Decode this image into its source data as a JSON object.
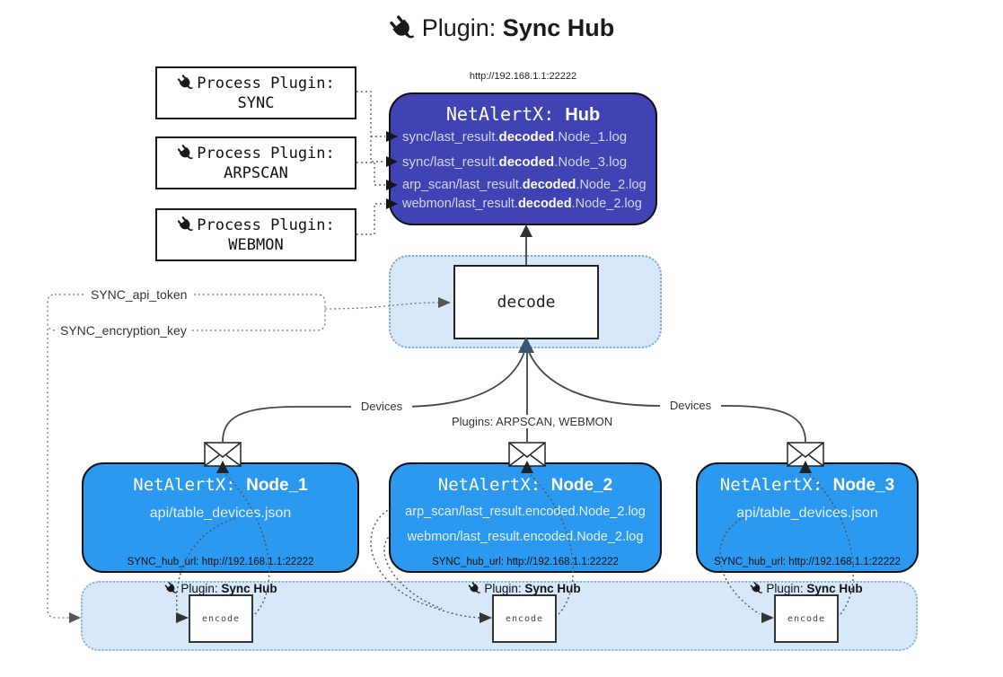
{
  "title": {
    "prefix": "Plugin: ",
    "bold": "Sync Hub"
  },
  "process_plugins": [
    {
      "label": "Process Plugin:",
      "name": "SYNC"
    },
    {
      "label": "Process Plugin:",
      "name": "ARPSCAN"
    },
    {
      "label": "Process Plugin:",
      "name": "WEBMON"
    }
  ],
  "hub": {
    "url": "http://192.168.1.1:22222",
    "name_prefix": "NetAlertX: ",
    "name_bold": "Hub",
    "lines": [
      {
        "pre": "sync/last_result.",
        "bold": "decoded",
        "post": ".Node_1.log"
      },
      {
        "pre": "sync/last_result.",
        "bold": "decoded",
        "post": ".Node_3.log"
      },
      {
        "pre": "arp_scan/last_result.",
        "bold": "decoded",
        "post": ".Node_2.log"
      },
      {
        "pre": "webmon/last_result.",
        "bold": "decoded",
        "post": ".Node_2.log"
      }
    ]
  },
  "decode_label": "decode",
  "config_keys": {
    "api_token": "SYNC_api_token",
    "encryption_key": "SYNC_encryption_key"
  },
  "edge_labels": {
    "devices_left": "Devices",
    "plugins_mid": "Plugins: ARPSCAN, WEBMON",
    "devices_right": "Devices"
  },
  "nodes": [
    {
      "name_prefix": "NetAlertX: ",
      "name_bold": "Node_1",
      "lines": [
        "api/table_devices.json"
      ],
      "hub_url_label": "SYNC_hub_url: http://192.168.1.1:22222"
    },
    {
      "name_prefix": "NetAlertX: ",
      "name_bold": "Node_2",
      "lines": [
        "arp_scan/last_result.encoded.Node_2.log",
        "webmon/last_result.encoded.Node_2.log"
      ],
      "hub_url_label": "SYNC_hub_url: http://192.168.1.1:22222"
    },
    {
      "name_prefix": "NetAlertX: ",
      "name_bold": "Node_3",
      "lines": [
        "api/table_devices.json"
      ],
      "hub_url_label": "SYNC_hub_url: http://192.168.1.1:22222"
    }
  ],
  "encoders": [
    {
      "plugin_prefix": "Plugin: ",
      "plugin_bold": "Sync Hub",
      "label": "encode"
    },
    {
      "plugin_prefix": "Plugin: ",
      "plugin_bold": "Sync Hub",
      "label": "encode"
    },
    {
      "plugin_prefix": "Plugin: ",
      "plugin_bold": "Sync Hub",
      "label": "encode"
    }
  ],
  "colors": {
    "hub_bg": "#3f43b3",
    "hub_text": "#d6d6ea",
    "node_bg": "#2b99ef",
    "band_bg": "#d7e8f9",
    "band_border": "#8fb0cf",
    "merge_arrow": "#3a5570"
  }
}
